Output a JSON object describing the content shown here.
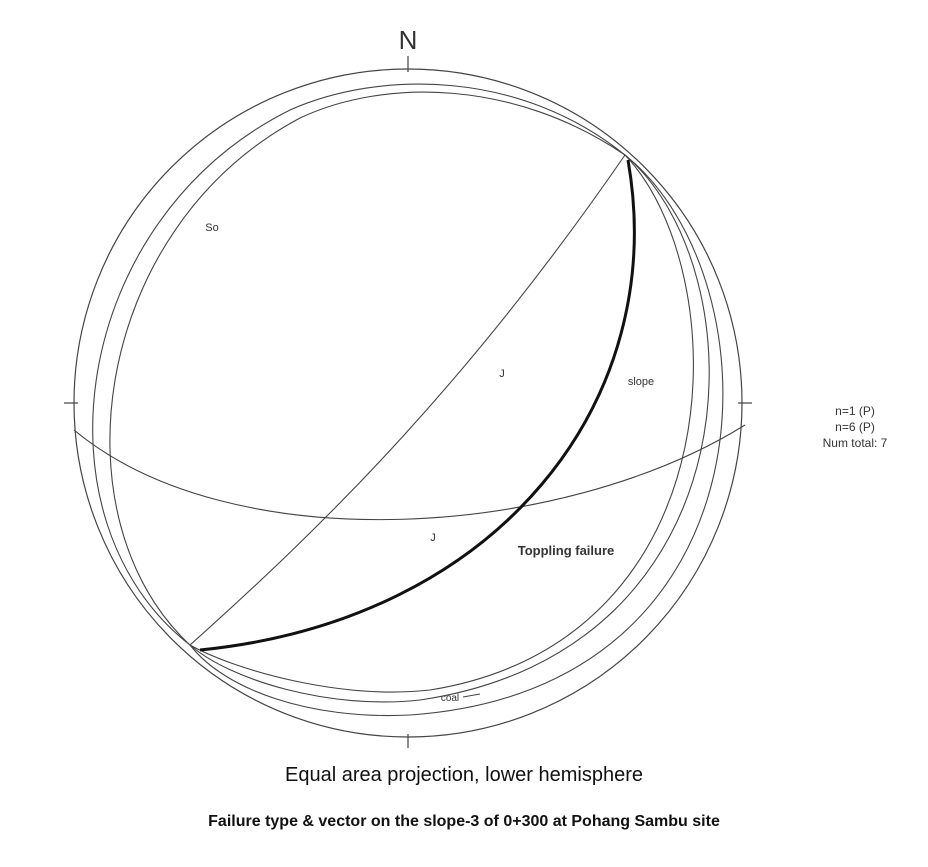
{
  "diagram": {
    "north_label": "N",
    "planes": {
      "so": "So",
      "j_upper": "J",
      "j_lower": "J",
      "slope": "slope",
      "coal": "coal",
      "failure": "Toppling failure"
    },
    "legend": [
      "n=1 (P)",
      "n=6 (P)",
      "Num total: 7"
    ],
    "projection_caption": "Equal area projection, lower hemisphere",
    "figure_caption": "Failure type & vector on the slope-3 of 0+300 at Pohang Sambu site",
    "colors": {
      "lines": "#444444",
      "failure_line": "#111111"
    }
  }
}
